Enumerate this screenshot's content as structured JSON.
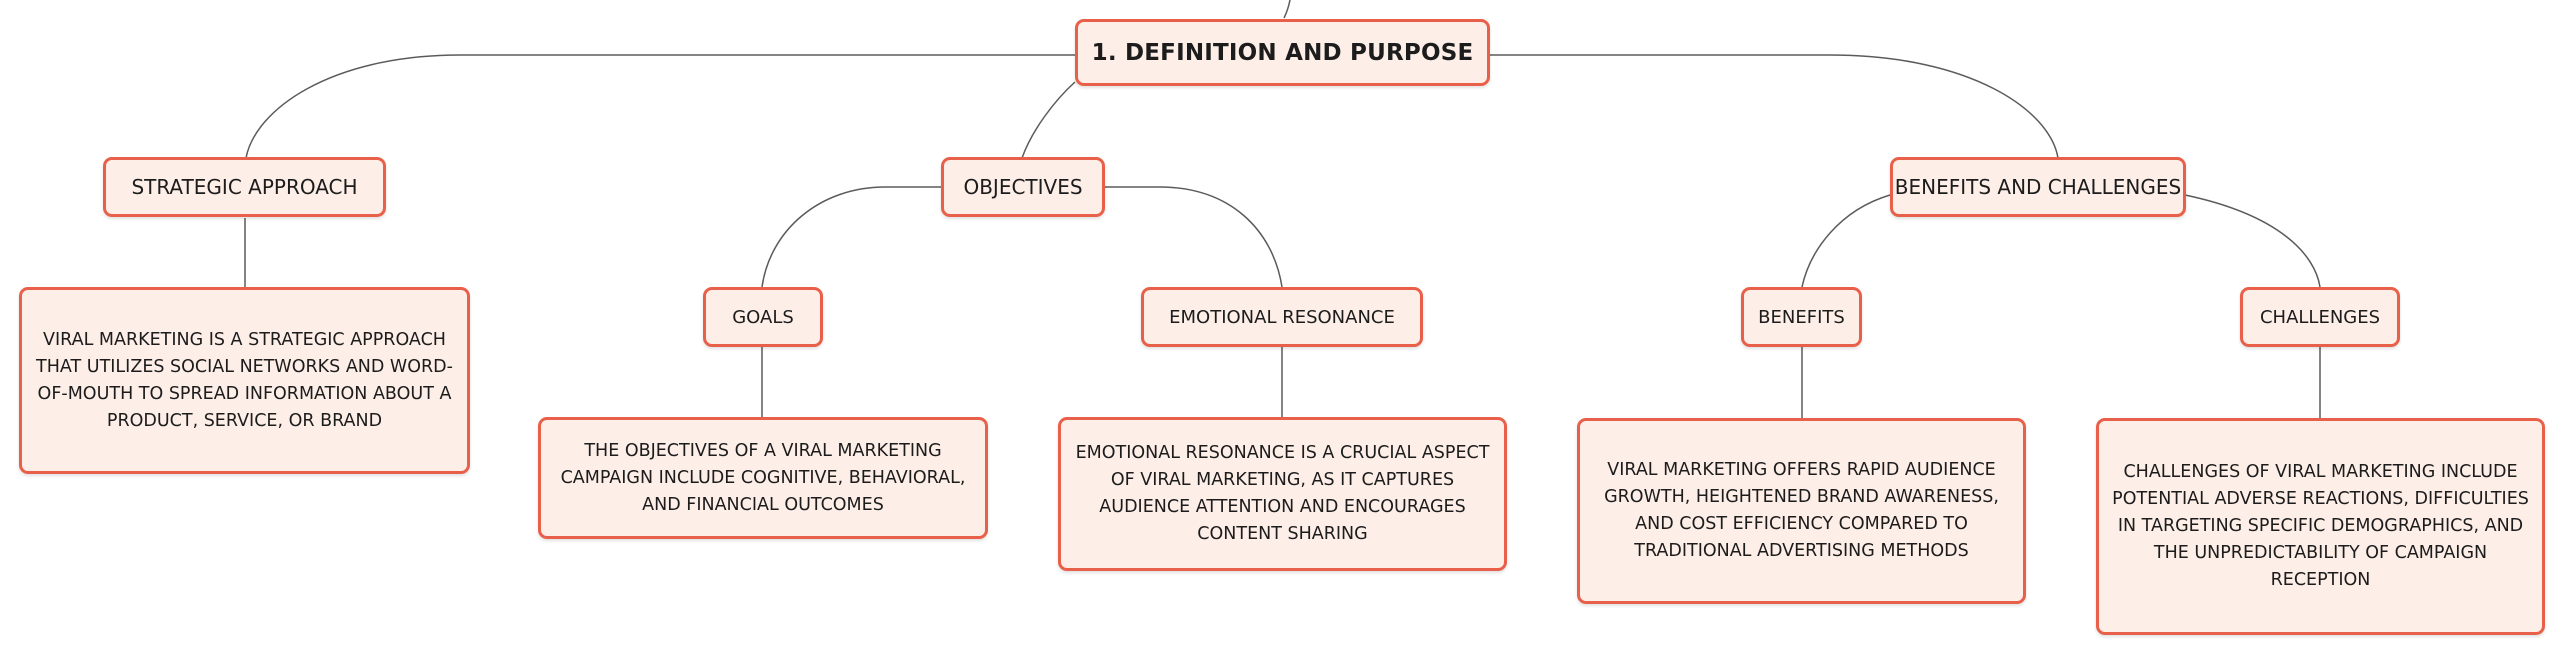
{
  "colors": {
    "border": "#e9604a",
    "fill": "#fdeee8",
    "line": "#5b5b5b",
    "text": "#1c1c1c"
  },
  "root": {
    "label": "1. DEFINITION AND PURPOSE"
  },
  "topics": {
    "strategic_approach": {
      "label": "STRATEGIC APPROACH",
      "note": "VIRAL MARKETING IS A STRATEGIC APPROACH THAT UTILIZES SOCIAL NETWORKS AND WORD-OF-MOUTH TO SPREAD INFORMATION ABOUT A PRODUCT, SERVICE, OR BRAND"
    },
    "objectives": {
      "label": "OBJECTIVES",
      "goals": {
        "label": "GOALS",
        "note": "THE OBJECTIVES OF A VIRAL MARKETING CAMPAIGN INCLUDE COGNITIVE, BEHAVIORAL, AND FINANCIAL OUTCOMES"
      },
      "emotional_resonance": {
        "label": "EMOTIONAL RESONANCE",
        "note": "EMOTIONAL RESONANCE IS A CRUCIAL ASPECT OF VIRAL MARKETING, AS IT CAPTURES AUDIENCE ATTENTION AND ENCOURAGES CONTENT SHARING"
      }
    },
    "benefits_and_challenges": {
      "label": "BENEFITS AND CHALLENGES",
      "benefits": {
        "label": "BENEFITS",
        "note": "VIRAL MARKETING OFFERS RAPID AUDIENCE GROWTH, HEIGHTENED BRAND AWARENESS, AND COST EFFICIENCY COMPARED TO TRADITIONAL ADVERTISING METHODS"
      },
      "challenges": {
        "label": "CHALLENGES",
        "note": "CHALLENGES OF VIRAL MARKETING INCLUDE POTENTIAL ADVERSE REACTIONS, DIFFICULTIES IN TARGETING SPECIFIC DEMOGRAPHICS, AND THE UNPREDICTABILITY OF CAMPAIGN RECEPTION"
      }
    }
  }
}
